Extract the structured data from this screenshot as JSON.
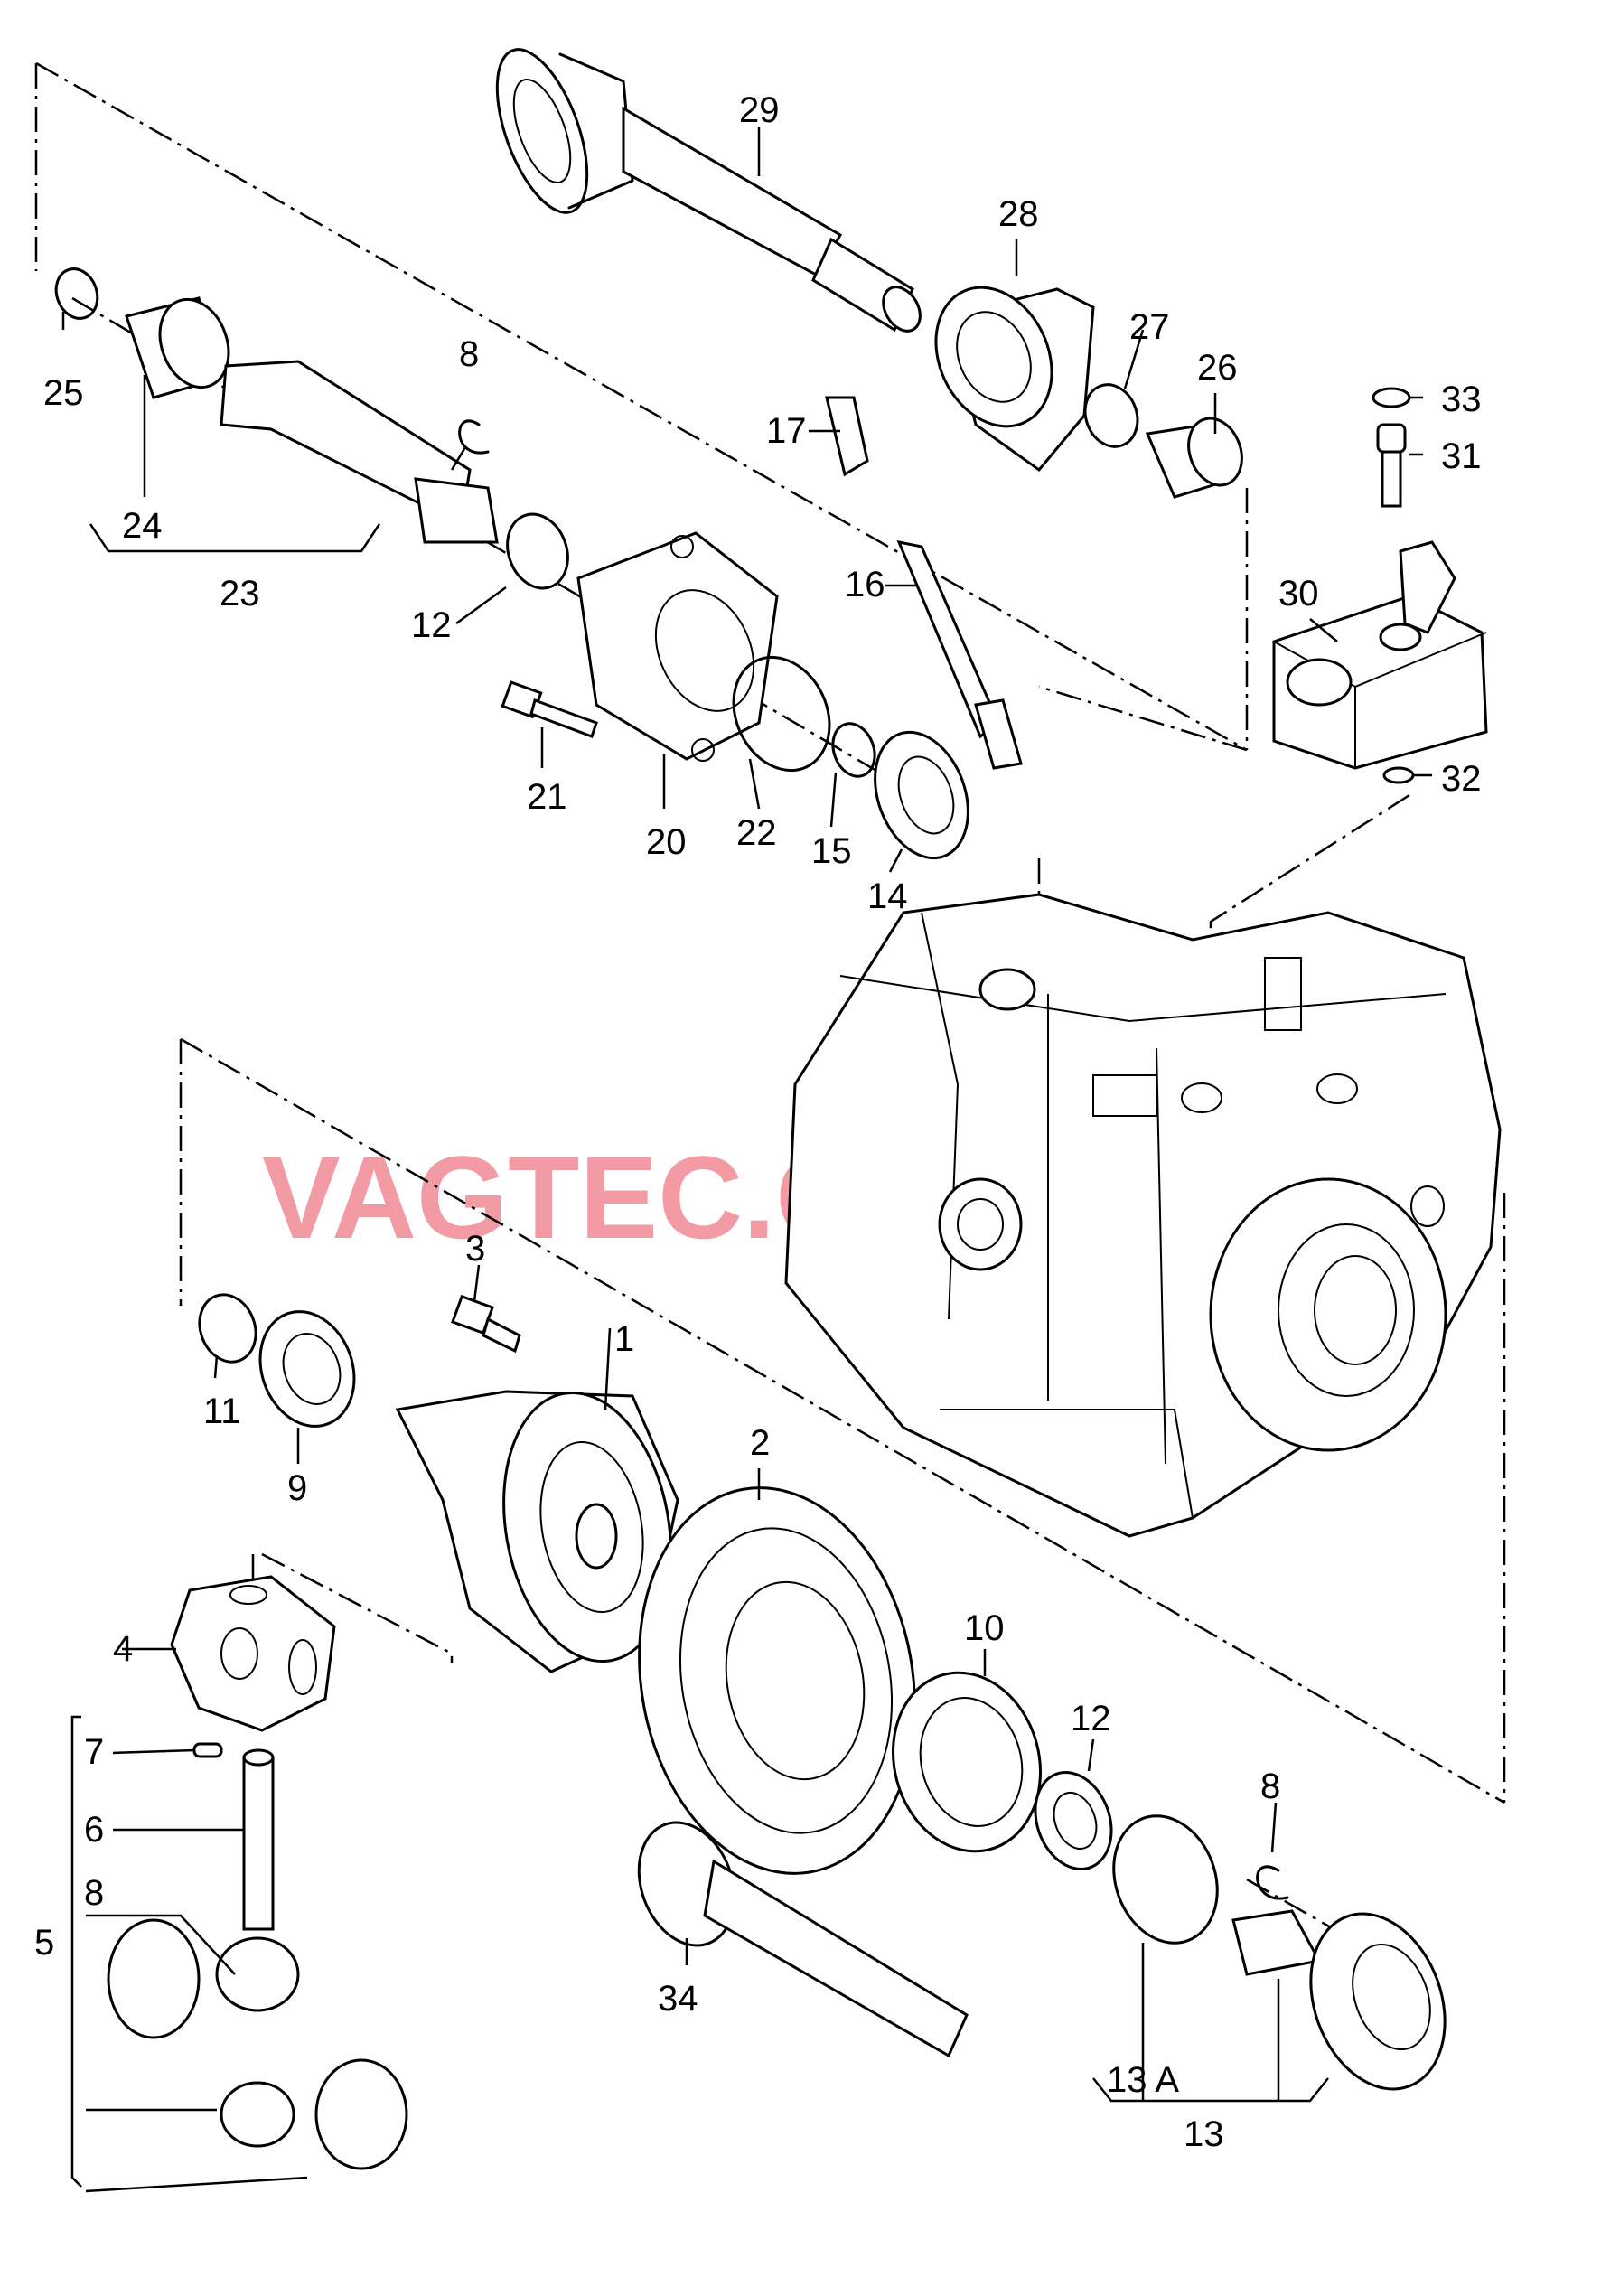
{
  "watermark": "VAGTEC.COM.UA",
  "labels": {
    "l1": "1",
    "l2": "2",
    "l3": "3",
    "l4": "4",
    "l5": "5",
    "l6": "6",
    "l7": "7",
    "l8a": "8",
    "l8b": "8",
    "l8c": "8",
    "l9": "9",
    "l10": "10",
    "l11": "11",
    "l12a": "12",
    "l12b": "12",
    "l13": "13",
    "l13a": "13 A",
    "l14": "14",
    "l15": "15",
    "l16": "16",
    "l17": "17",
    "l20": "20",
    "l21": "21",
    "l22": "22",
    "l23": "23",
    "l24": "24",
    "l25": "25",
    "l26": "26",
    "l27": "27",
    "l28": "28",
    "l29": "29",
    "l30": "30",
    "l31": "31",
    "l32": "32",
    "l33": "33",
    "l34": "34"
  }
}
